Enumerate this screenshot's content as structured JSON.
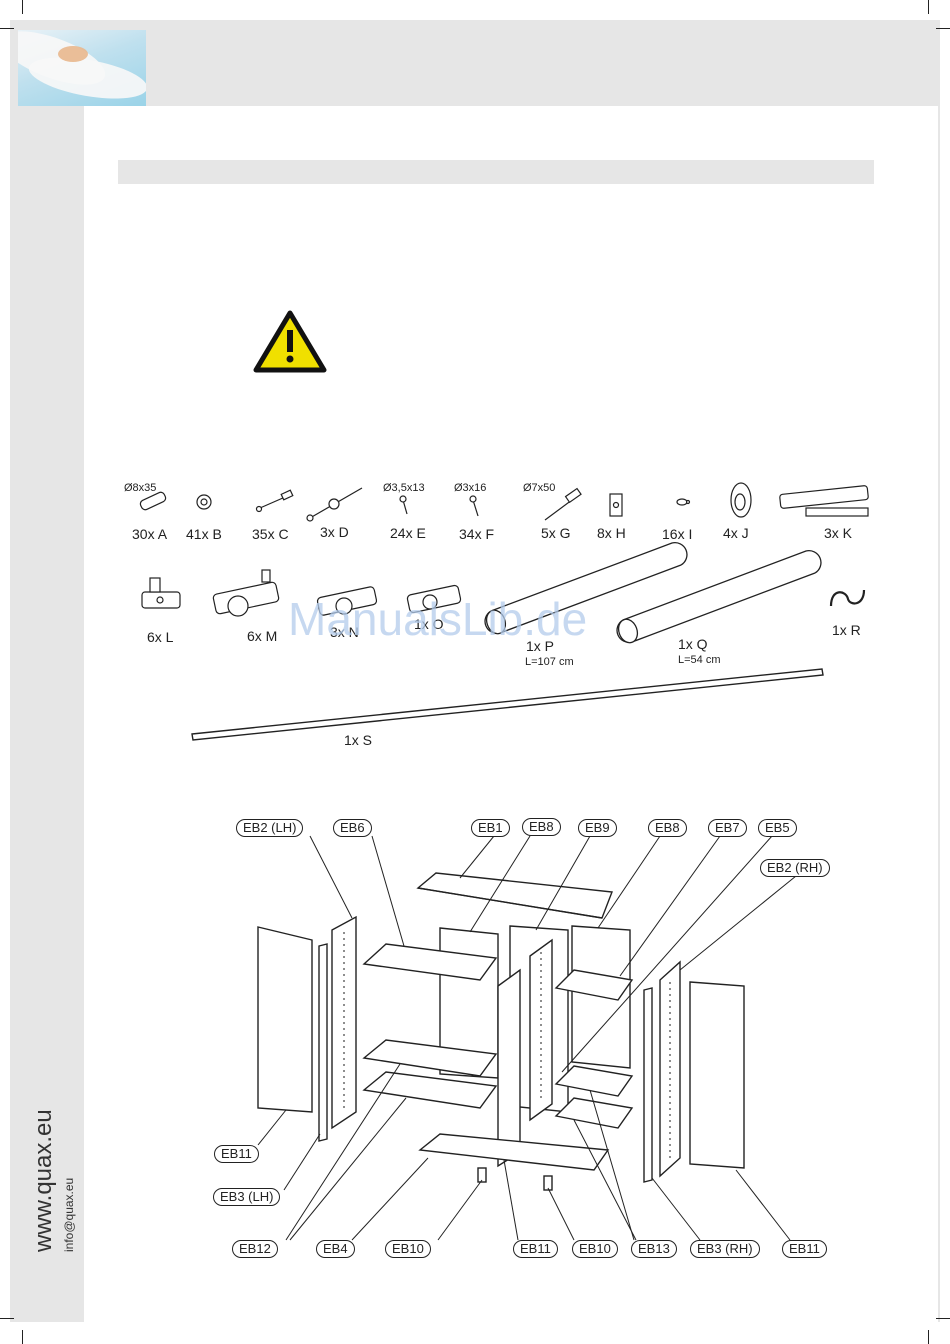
{
  "footer": {
    "website": "www.quax.eu",
    "email": "info@quax.eu"
  },
  "watermark": "ManualsLib.de",
  "colors": {
    "warning_yellow": "#f0e000",
    "sidebar_gray": "#e6e6e6",
    "line_dark": "#222222"
  },
  "parts": [
    {
      "key": "A",
      "qty_label": "30x A",
      "dimension": "Ø8x35"
    },
    {
      "key": "B",
      "qty_label": "41x B"
    },
    {
      "key": "C",
      "qty_label": "35x C"
    },
    {
      "key": "D",
      "qty_label": "3x D"
    },
    {
      "key": "E",
      "qty_label": "24x E",
      "dimension": "Ø3,5x13"
    },
    {
      "key": "F",
      "qty_label": "34x F",
      "dimension": "Ø3x16"
    },
    {
      "key": "G",
      "qty_label": "5x G",
      "dimension": "Ø7x50"
    },
    {
      "key": "H",
      "qty_label": "8x H"
    },
    {
      "key": "I",
      "qty_label": "16x I"
    },
    {
      "key": "J",
      "qty_label": "4x J"
    },
    {
      "key": "K",
      "qty_label": "3x K"
    },
    {
      "key": "L",
      "qty_label": "6x L"
    },
    {
      "key": "M",
      "qty_label": "6x M"
    },
    {
      "key": "N",
      "qty_label": "3x N"
    },
    {
      "key": "O",
      "qty_label": "1x O"
    },
    {
      "key": "P",
      "qty_label": "1x P",
      "length": "L=107 cm"
    },
    {
      "key": "Q",
      "qty_label": "1x Q",
      "length": "L=54 cm"
    },
    {
      "key": "R",
      "qty_label": "1x R"
    },
    {
      "key": "S",
      "qty_label": "1x S"
    }
  ],
  "exploded_view": {
    "callouts_top": [
      "EB2 (LH)",
      "EB6",
      "EB1",
      "EB8",
      "EB9",
      "EB8",
      "EB7",
      "EB5",
      "EB2 (RH)"
    ],
    "callouts_side": [
      "EB11",
      "EB3 (LH)"
    ],
    "callouts_bottom": [
      "EB12",
      "EB4",
      "EB10",
      "EB11",
      "EB10",
      "EB13",
      "EB3 (RH)",
      "EB11"
    ]
  }
}
